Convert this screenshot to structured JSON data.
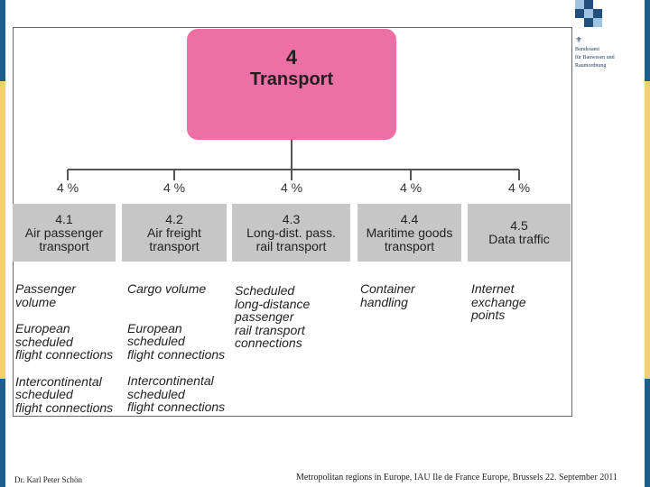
{
  "root": {
    "number": "4",
    "title": "Transport"
  },
  "categories": [
    {
      "percent": "4 %",
      "lines": [
        "4.1",
        "Air passenger",
        "transport"
      ],
      "indicators": [
        [
          "Passenger",
          "volume"
        ],
        [
          "European",
          "scheduled",
          "flight connections"
        ],
        [
          "Intercontinental",
          "scheduled",
          "flight connections"
        ]
      ]
    },
    {
      "percent": "4 %",
      "lines": [
        "4.2",
        "Air freight",
        "transport"
      ],
      "indicators": [
        [
          "Cargo volume"
        ],
        [
          "European",
          "scheduled",
          "flight connections"
        ],
        [
          "Intercontinental",
          "scheduled",
          "flight connections"
        ]
      ]
    },
    {
      "percent": "4 %",
      "lines": [
        "4.3",
        "Long-dist. pass.",
        "rail transport"
      ],
      "indicators": [
        [
          "Scheduled",
          "long-distance",
          "passenger",
          "rail transport",
          "connections"
        ]
      ]
    },
    {
      "percent": "4 %",
      "lines": [
        "4.4",
        "Maritime goods",
        "transport"
      ],
      "indicators": [
        [
          "Container",
          "handling"
        ]
      ]
    },
    {
      "percent": "4 %",
      "lines": [
        "4.5",
        "Data traffic"
      ],
      "indicators": [
        [
          "Internet",
          "exchange",
          "points"
        ]
      ]
    }
  ],
  "logo": {
    "lines": [
      "Bundesamt",
      "für Bauwesen und",
      "Raumordnung"
    ],
    "colors": {
      "dark": "#1f4f7a",
      "light": "#9fc3e0"
    }
  },
  "footer": {
    "author": "Dr. Karl Peter Schön",
    "event": "Metropolitan regions in Europe, IAU Ile de France Europe, Brussels 22. September 2011"
  },
  "colors": {
    "root_box": "#ec6fa6",
    "category_box": "#c6c6c6",
    "edge_blue": "#1f5f8f",
    "edge_yellow": "#f5d070"
  }
}
